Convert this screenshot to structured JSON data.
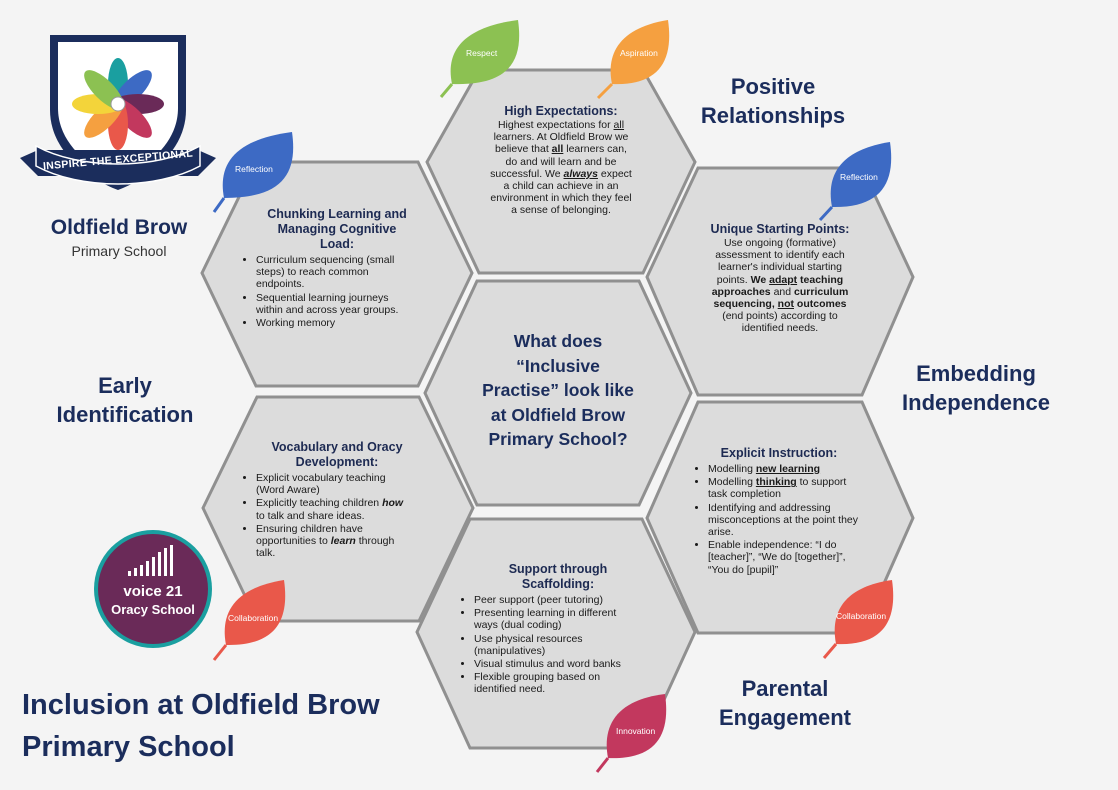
{
  "school": {
    "name": "Oldfield Brow",
    "subtitle": "Primary School",
    "banner": "INSPIRE THE EXCEPTIONAL"
  },
  "main_title": {
    "line1": "Inclusion at Oldfield Brow",
    "line2": "Primary School"
  },
  "center": {
    "l1": "What does",
    "l2": "“Inclusive",
    "l3": "Practise” look like",
    "l4": "at Oldfield Brow",
    "l5": "Primary School?"
  },
  "headings": {
    "positive_1": "Positive",
    "positive_2": "Relationships",
    "early_1": "Early",
    "early_2": "Identification",
    "embed_1": "Embedding",
    "embed_2": "Independence",
    "parent_1": "Parental",
    "parent_2": "Engagement"
  },
  "leaves": {
    "respect": "Respect",
    "aspiration": "Aspiration",
    "reflection_left": "Reflection",
    "reflection_right": "Reflection",
    "collaboration_left": "Collaboration",
    "collaboration_right": "Collaboration",
    "innovation": "Innovation"
  },
  "colors": {
    "navy": "#1b2d5c",
    "hex_fill": "#dcdcdc",
    "hex_stroke": "#909090",
    "green": "#8cc152",
    "orange": "#f5a040",
    "blue": "#3d6ac4",
    "red": "#e9584a",
    "magenta": "#c2385e",
    "teal": "#1a9fa0",
    "purple": "#6a2a58"
  },
  "badge": {
    "l1": "voice 21",
    "l2": "Oracy School"
  },
  "high": {
    "title": "High Expectations:",
    "p1": "Highest expectations for ",
    "p1u": "all",
    "p2": "learners.  At Oldfield Brow we",
    "p3": "believe that ",
    "p3u": "all",
    "p3b": " learners can,",
    "p4": "do and will learn and be",
    "p5": "successful.  We ",
    "p5u": "always",
    "p5b": " expect",
    "p6": "a child can achieve in an",
    "p7": "environment in which they feel",
    "p8": "a sense of belonging."
  },
  "chunk": {
    "t1": "Chunking Learning and",
    "t2": "Managing Cognitive",
    "t3": "Load:",
    "items": [
      "Curriculum sequencing (small steps) to reach common endpoints.",
      "Sequential learning journeys within and across year groups.",
      "Working memory"
    ]
  },
  "unique": {
    "title": "Unique Starting Points:",
    "l1": "Use ongoing (formative)",
    "l2": "assessment to identify each",
    "l3": "learner's individual starting",
    "l4a": "points. ",
    "l4b": "We ",
    "l4u": "adapt",
    "l4c": " teaching",
    "l5a": "approaches",
    "l5b": " and ",
    "l5c": "curriculum",
    "l6a": "sequencing, ",
    "l6u": "not",
    "l6b": " outcomes",
    "l7": "(end points) according to",
    "l8": "identified needs."
  },
  "vocab": {
    "t1": "Vocabulary and Oracy",
    "t2": "Development:",
    "i1": "Explicit vocabulary teaching (Word Aware)",
    "i2a": "Explicitly teaching children ",
    "i2b": "how",
    "i2c": " to talk and share ideas.",
    "i3a": "Ensuring children have opportunities to ",
    "i3b": "learn",
    "i3c": " through talk."
  },
  "explicit": {
    "title": "Explicit Instruction:",
    "i1a": "Modelling ",
    "i1b": "new learning",
    "i2a": "Modelling ",
    "i2b": "thinking",
    "i2c": " to support task completion",
    "i3": "Identifying and addressing misconceptions at the point they arise.",
    "i4": "Enable independence: “I do [teacher]”, “We do [together]”, “You do [pupil]”"
  },
  "support": {
    "t1": "Support through",
    "t2": "Scaffolding:",
    "items": [
      "Peer support (peer tutoring)",
      "Presenting learning in different ways (dual coding)",
      "Use physical resources (manipulatives)",
      "Visual stimulus and word banks",
      "Flexible grouping based on identified need."
    ]
  }
}
